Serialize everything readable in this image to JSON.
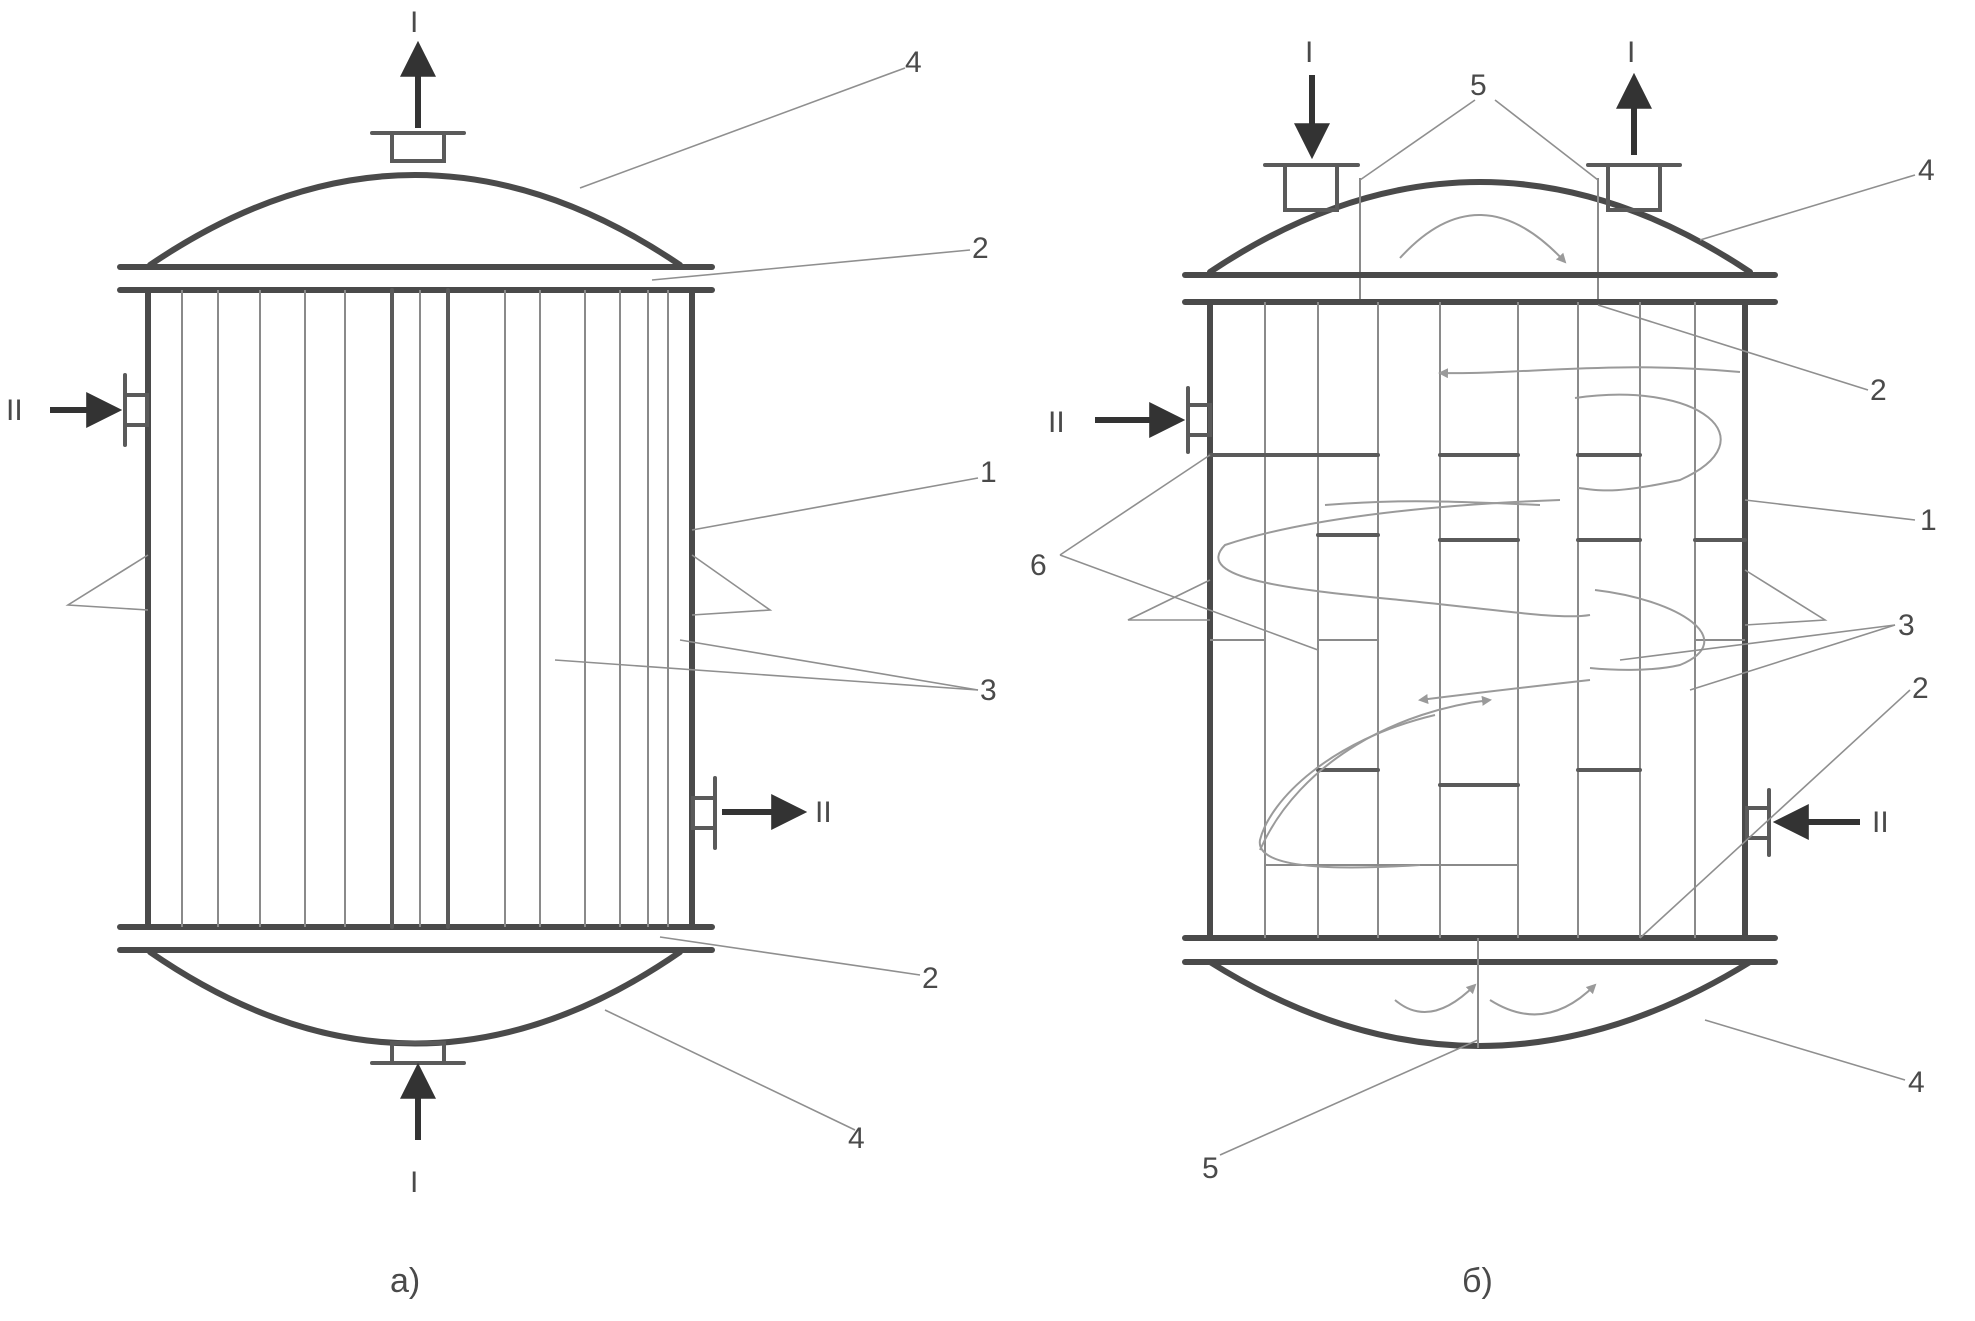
{
  "figure_a": {
    "caption": "а)",
    "flow_top": "I",
    "flow_bottom": "I",
    "flow_left": "II",
    "flow_right": "II",
    "labels": {
      "shell": "1",
      "tube_sheet_top": "2",
      "tube_sheet_bottom": "2",
      "tubes": "3",
      "cover_top": "4",
      "cover_bottom": "4"
    }
  },
  "figure_b": {
    "caption": "б)",
    "flow_top_in": "I",
    "flow_top_out": "I",
    "flow_left": "II",
    "flow_right": "II",
    "labels": {
      "shell": "1",
      "tube_sheet_top": "2",
      "tube_sheet_bottom": "2",
      "tubes": "3",
      "cover_top": "4",
      "cover_bottom": "4",
      "partition_top": "5",
      "partition_bottom": "5",
      "baffles": "6"
    }
  }
}
